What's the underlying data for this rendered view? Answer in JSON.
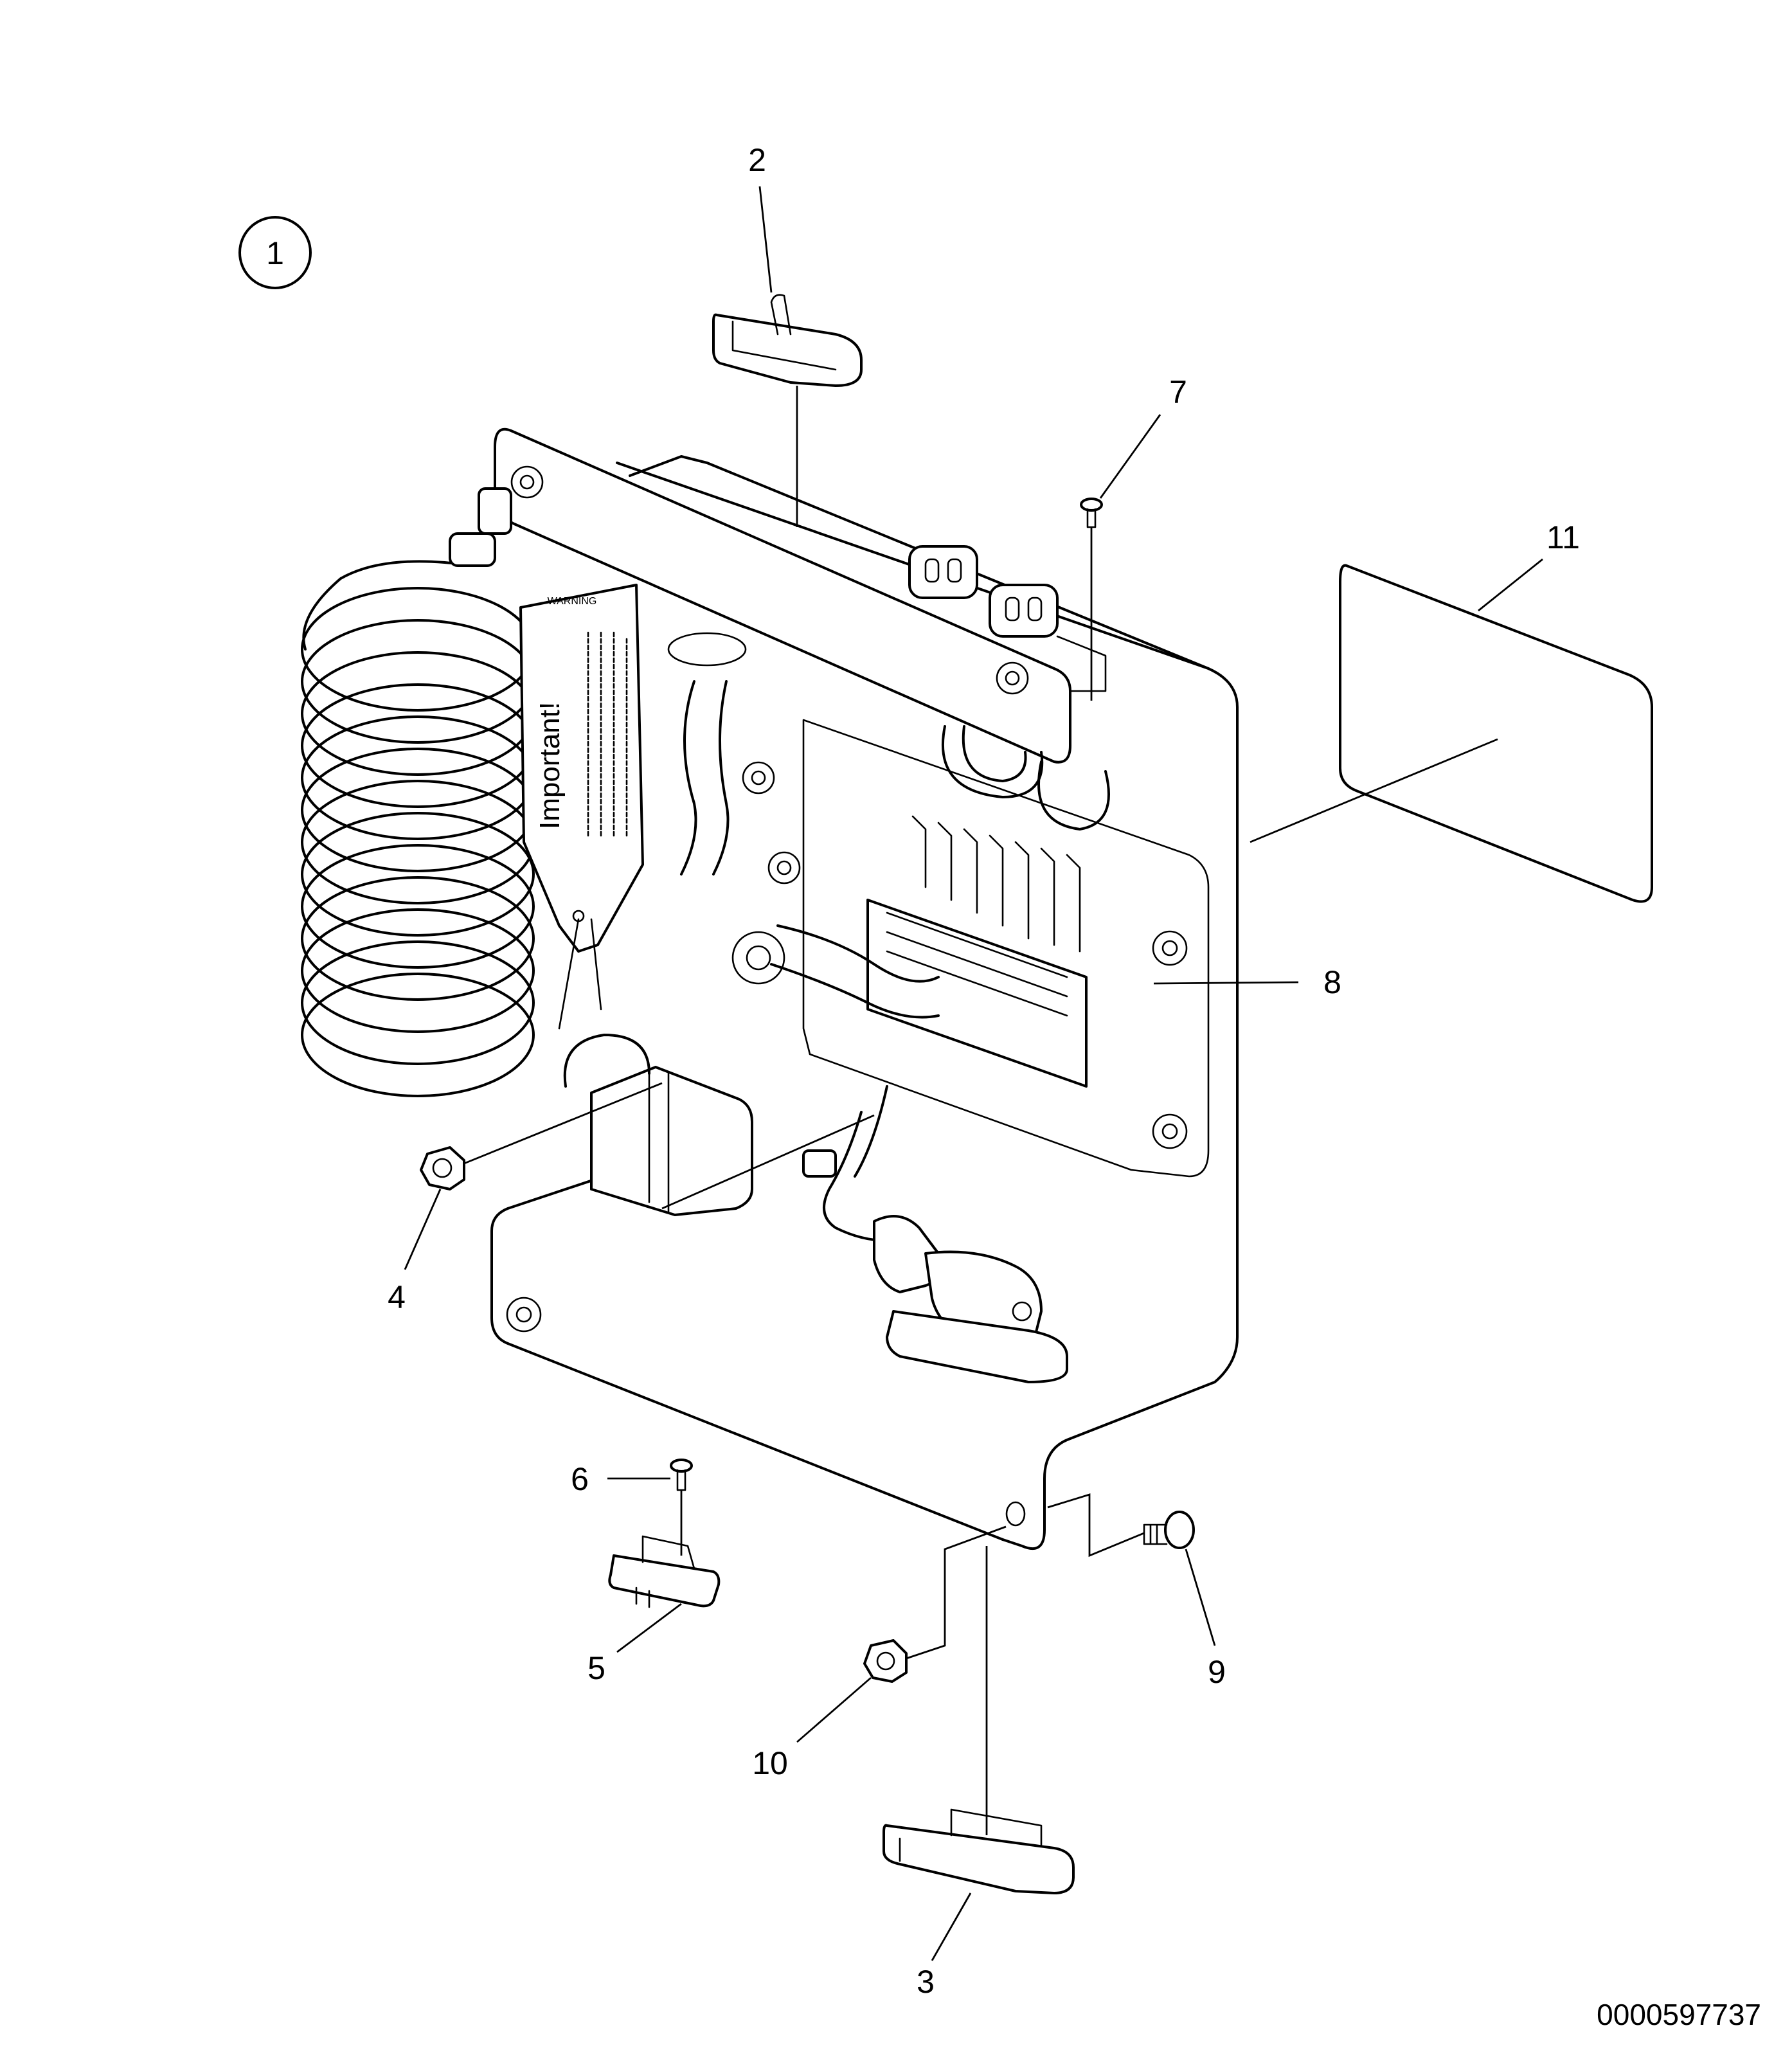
{
  "diagram": {
    "figure_number": "1",
    "document_id": "0000597737",
    "callouts": [
      {
        "id": "2",
        "label": "2"
      },
      {
        "id": "3",
        "label": "3"
      },
      {
        "id": "4",
        "label": "4"
      },
      {
        "id": "5",
        "label": "5"
      },
      {
        "id": "6",
        "label": "6"
      },
      {
        "id": "7",
        "label": "7"
      },
      {
        "id": "8",
        "label": "8"
      },
      {
        "id": "9",
        "label": "9"
      },
      {
        "id": "10",
        "label": "10"
      },
      {
        "id": "11",
        "label": "11"
      }
    ],
    "warning_label": {
      "heading": "Important!",
      "small_header": "WARNING"
    }
  }
}
